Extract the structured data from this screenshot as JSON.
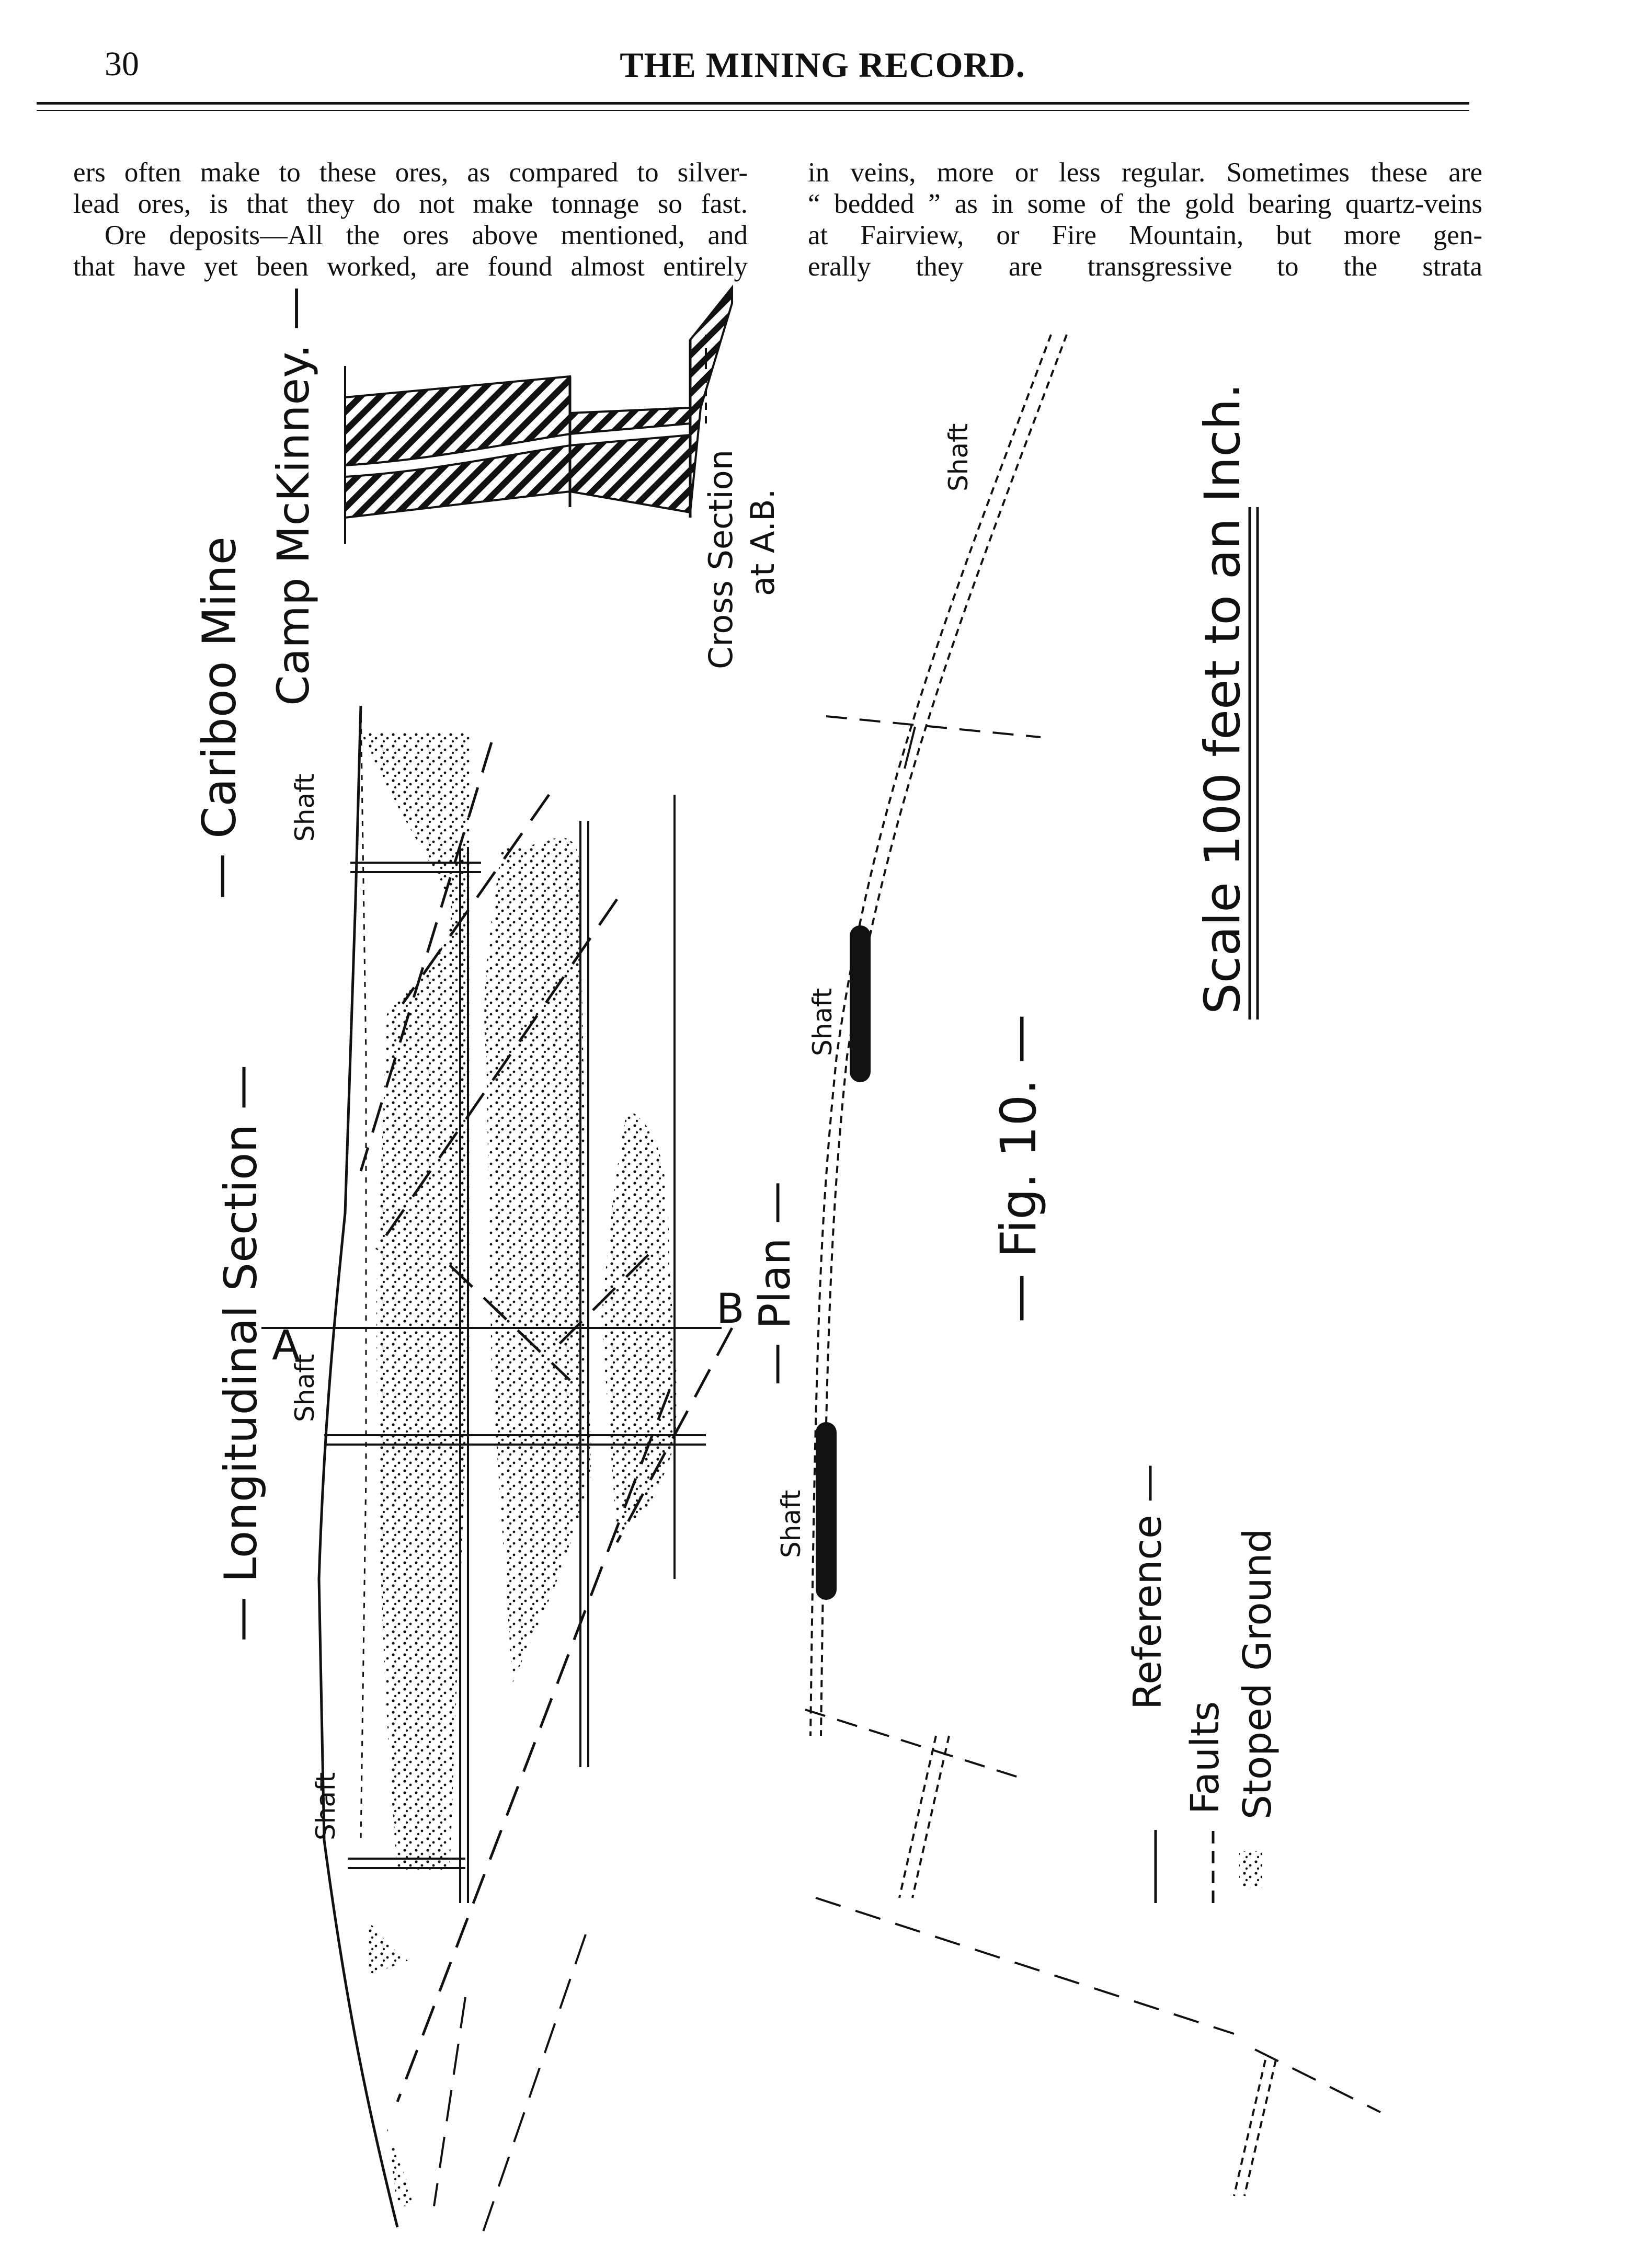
{
  "header": {
    "page_number": "30",
    "title": "THE MINING RECORD."
  },
  "body_text": {
    "left_column": [
      "ers often make to these ores, as compared to silver-",
      "lead ores, is that they do not make tonnage so fast.",
      "Ore deposits—All the ores above mentioned, and",
      "that have yet been worked, are found almost entirely"
    ],
    "right_column": [
      "in veins, more or less regular. Sometimes these are",
      "“ bedded ” as in some of the gold bearing quartz-veins",
      "at Fairview, or Fire Mountain, but more gen-",
      "erally they are transgressive to the strata"
    ]
  },
  "figure": {
    "title": "— Cariboo Mine",
    "subtitle": "Camp McKinney. —",
    "cross_section_label": "Cross Section",
    "cross_section_at": "at A.B.",
    "longitudinal_label": "— Longitudinal Section —",
    "plan_label": "— Plan —",
    "fig_label": "— Fig. 10. —",
    "scale_label": "Scale 100 feet to an Inch.",
    "point_a": "A",
    "point_b": "B",
    "shaft_label": "Shaft",
    "legend": {
      "heading": "Reference —",
      "faults": "Faults",
      "stoped": "Stoped Ground"
    }
  }
}
